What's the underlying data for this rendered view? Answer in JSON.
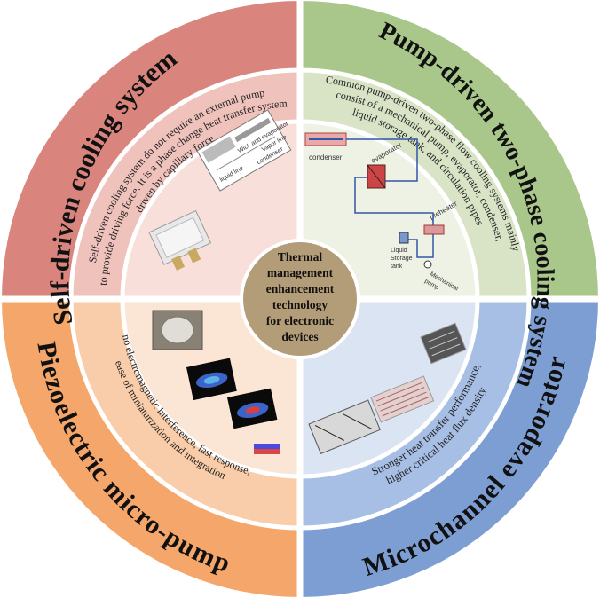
{
  "center": {
    "lines": [
      "Thermal",
      "management",
      "enhancement",
      "technology",
      "for electronic",
      "devices"
    ]
  },
  "quadrants": {
    "self_driven": {
      "title": "Self-driven cooling system",
      "description": [
        "Self-driven cooling system do not require an external pump",
        "to provide driving force. It is a phase change heat transfer system",
        "driven by capillary force"
      ],
      "labels": [
        "Wick and evaporator",
        "Vapor line",
        "liquid line",
        "condenser"
      ]
    },
    "pump_driven": {
      "title": "Pump-driven two-phase cooling system",
      "description": [
        "Common pump-driven two-phase flow cooling systems mainly",
        "consist of a mechanical pump, evaporator, condenser,",
        "liquid storage tank, and circulation pipes"
      ],
      "labels": [
        "condenser",
        "evaporator",
        "preheater",
        "Liquid",
        "Storage",
        "tank",
        "Mechanical",
        "pump"
      ]
    },
    "piezo": {
      "title": "Piezoelectric micro-pump",
      "description": [
        "no electromagnetic interference, fast response,",
        "ease of miniaturization and integration"
      ]
    },
    "microchannel": {
      "title": "Microchannel evaporator",
      "description": [
        "Stronger heat transfer performance,",
        "higher critical heat flux density"
      ]
    }
  },
  "colors": {
    "self_outer": "#d9847d",
    "self_mid": "#efc2bc",
    "self_inner": "#f8dfda",
    "pump_outer": "#a9c78a",
    "pump_mid": "#d9e3c6",
    "pump_inner": "#eef2e4",
    "piezo_outer": "#f5a66a",
    "piezo_mid": "#f9cda9",
    "piezo_inner": "#fbe6d6",
    "micro_outer": "#7d9ed3",
    "micro_mid": "#a7bfe5",
    "micro_inner": "#dbe4f3",
    "center": "#b39c78"
  }
}
